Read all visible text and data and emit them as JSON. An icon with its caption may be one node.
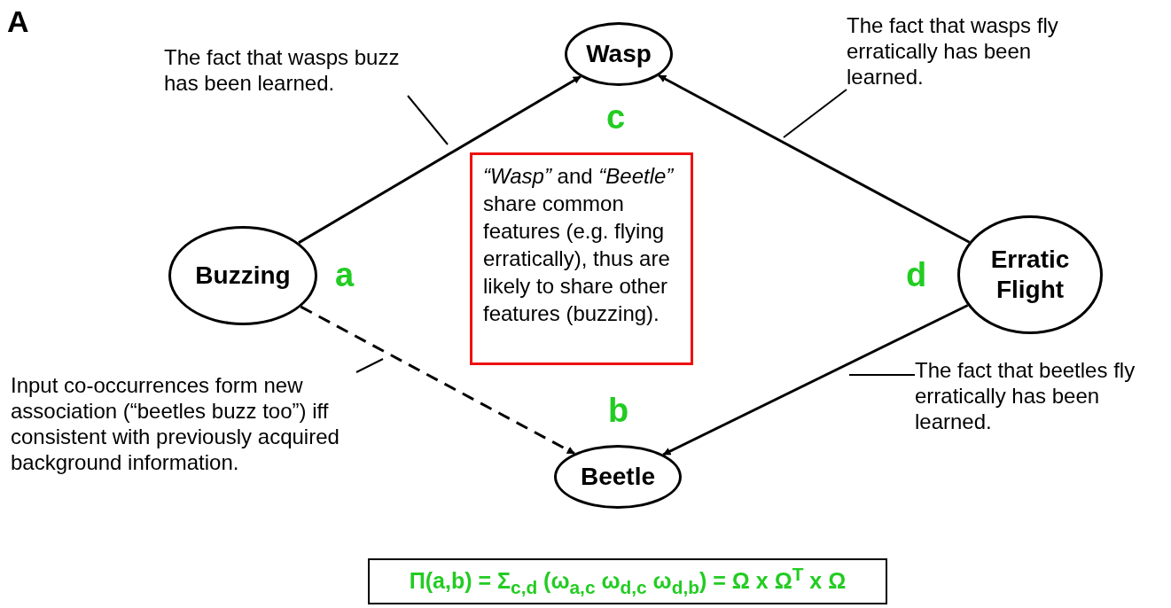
{
  "diagram": {
    "nodes": [
      {
        "text": [
          "Wasp"
        ]
      },
      {
        "text": [
          "Buzzing"
        ]
      },
      {
        "text": [
          "Erratic Flight"
        ]
      },
      {
        "text": [
          "*“Wasp”* and *“Beetle”* share common features (e.g. flying erratically), thus are likely to share other features (buzzing)."
        ]
      },
      {
        "text": [
          "Beetle"
        ]
      },
      {
        "text": [
          "Π(a,b) = Σ$_{c,d}$ (ω$_{a,c}$ ω$_{d,c}$ ω$_{d,b}$) = Ω x Ω$^{T}$ x Ω"
        ]
      },
      {
        "text": [
          "The fact that wasps buzz has been learned."
        ]
      },
      {
        "text": [
          "The fact that wasps fly erratically has been learned."
        ]
      },
      {
        "text": [
          "Input co-occurrences form new association (“beetles buzz too”) iff consistent with previously acquired background information."
        ]
      },
      {
        "text": [
          "The fact that beetles fly erratically has been learned."
        ]
      }
    ],
    "edges": [
      {
        "from": 1,
        "to": 0,
        "arrow": "to"
      },
      {
        "from": 2,
        "to": 0,
        "arrow": "to"
      },
      {
        "from": 1,
        "to": 4,
        "arrow": "to",
        "style": "dashed"
      },
      {
        "from": 2,
        "to": 4,
        "arrow": "to"
      },
      {
        "from": 6,
        "to": null,
        "arrow": "none"
      },
      {
        "from": 7,
        "to": null,
        "arrow": "none"
      },
      {
        "from": 8,
        "to": null,
        "arrow": "none"
      },
      {
        "from": 9,
        "to": null,
        "arrow": "none"
      }
    ],
    "labels": [
      "A",
      "c",
      "a",
      "d",
      "b"
    ]
  }
}
